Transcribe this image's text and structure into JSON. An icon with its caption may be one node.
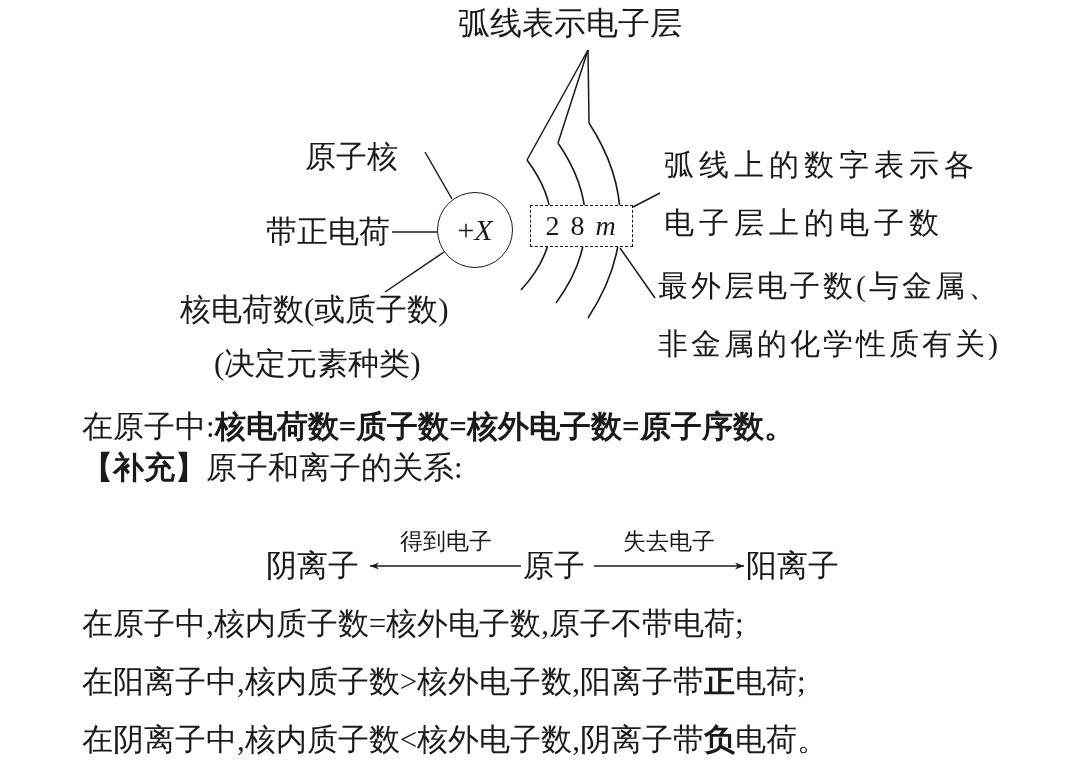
{
  "diagram": {
    "nodes": [
      {
        "text": [
          "弧线表示电子层"
        ]
      },
      {
        "text": [],
        "shape": "arc"
      },
      {
        "text": [],
        "shape": "arc"
      },
      {
        "text": [],
        "shape": "arc"
      },
      {
        "text": [
          "原子核"
        ]
      },
      {
        "text": [
          "+*X*"
        ]
      },
      {
        "text": [
          "带正电荷"
        ]
      },
      {
        "text": [
          "核电荷数(或质子数)",
          "(决定元素种类)"
        ]
      },
      {
        "text": [
          "2 8 *m*"
        ]
      },
      {
        "text": [
          "弧线上的数字表示各电子层上的电子数"
        ]
      },
      {
        "text": [
          "最外层电子数(与金属、非金属的化学性质有关)"
        ]
      },
      {
        "text": [
          "阴离子"
        ]
      },
      {
        "text": [
          "原子"
        ]
      },
      {
        "text": [
          "阳离子"
        ]
      }
    ],
    "edges": [
      {
        "from": 0,
        "to": 1,
        "arrow": "none"
      },
      {
        "from": 0,
        "to": 2,
        "arrow": "none"
      },
      {
        "from": 0,
        "to": 3,
        "arrow": "none"
      },
      {
        "from": 4,
        "to": 5,
        "arrow": "none"
      },
      {
        "from": 6,
        "to": 5,
        "arrow": "none"
      },
      {
        "from": 7,
        "to": 5,
        "arrow": "none"
      },
      {
        "from": 9,
        "to": 8,
        "arrow": "none"
      },
      {
        "from": 10,
        "to": 8,
        "arrow": "none"
      },
      {
        "from": 12,
        "to": 11,
        "arrow": "to",
        "label": "得到电子"
      },
      {
        "from": 12,
        "to": 13,
        "arrow": "to",
        "label": "失去电子"
      }
    ],
    "labels": [
      "在原子中:**核电荷数=质子数=核外电子数=原子序数。**",
      "**【补充】**原子和离子的关系:",
      "在原子中,核内质子数=核外电子数,原子不带电荷;",
      "在阳离子中,核内质子数>核外电子数,阳离子带**正**电荷;",
      "在阴离子中,核内质子数<核外电子数,阴离子带**负**电荷。"
    ]
  }
}
